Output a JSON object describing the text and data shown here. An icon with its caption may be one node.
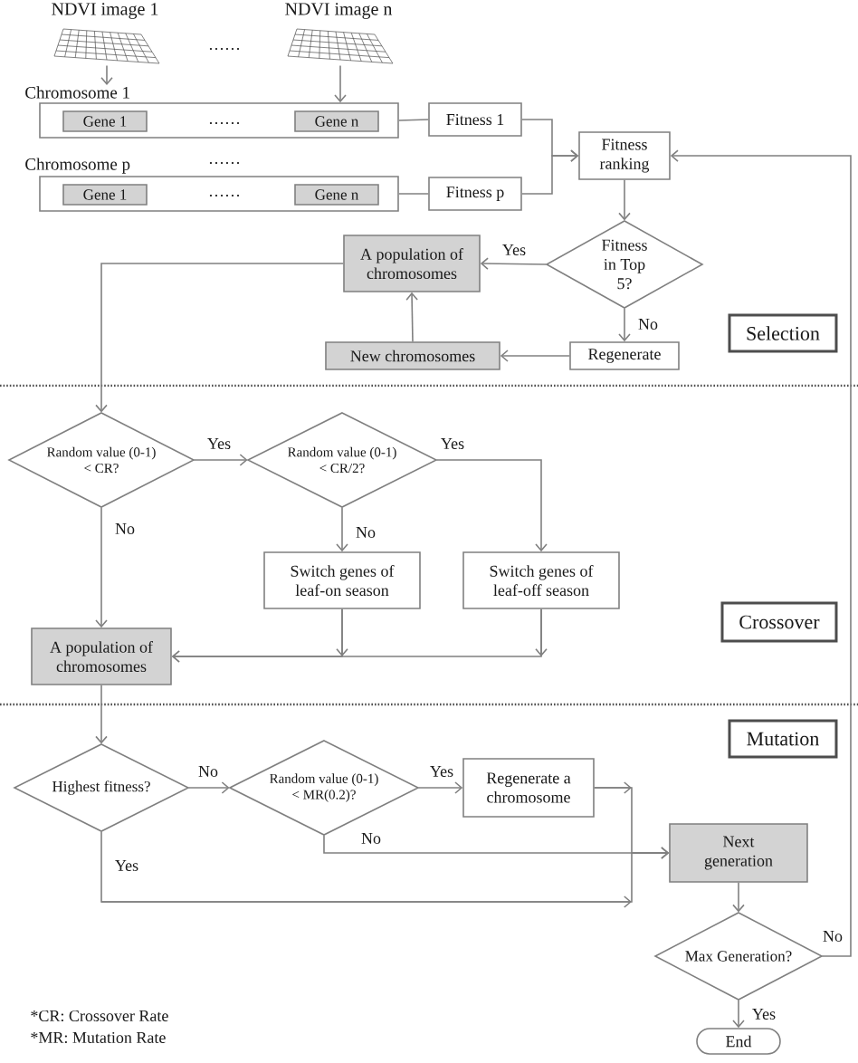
{
  "diagram": {
    "nodes": [
      {
        "text": [
          "NDVI image 1"
        ]
      },
      {
        "text": [
          "NDVI image n"
        ]
      },
      {
        "text": [
          "Chromosome 1"
        ]
      },
      {
        "text": [
          "Gene 1"
        ],
        "in": 2
      },
      {
        "text": [
          "Gene n"
        ],
        "in": 2
      },
      {
        "text": [
          "Chromosome p"
        ]
      },
      {
        "text": [
          "Gene 1"
        ],
        "in": 5
      },
      {
        "text": [
          "Gene n"
        ],
        "in": 5
      },
      {
        "text": [
          "Fitness 1"
        ]
      },
      {
        "text": [
          "Fitness p"
        ]
      },
      {
        "text": [
          "Fitness ranking"
        ]
      },
      {
        "text": [
          "Fitness in Top 5?"
        ]
      },
      {
        "text": [
          "A population of chromosomes"
        ]
      },
      {
        "text": [
          "Regenerate"
        ]
      },
      {
        "text": [
          "New chromosomes"
        ]
      },
      {
        "text": [
          "Selection"
        ]
      },
      {
        "text": [
          "Random value (0-1) < CR?"
        ]
      },
      {
        "text": [
          "Random value (0-1) < CR/2?"
        ]
      },
      {
        "text": [
          "Switch genes of leaf-on season"
        ]
      },
      {
        "text": [
          "Switch genes of leaf-off season"
        ]
      },
      {
        "text": [
          "Crossover"
        ]
      },
      {
        "text": [
          "A population of chromosomes"
        ]
      },
      {
        "text": [
          "Mutation"
        ]
      },
      {
        "text": [
          "Highest fitness?"
        ]
      },
      {
        "text": [
          "Random value (0-1) < MR(0.2)?"
        ]
      },
      {
        "text": [
          "Regenerate a chromosome"
        ]
      },
      {
        "text": [
          "Next generation"
        ]
      },
      {
        "text": [
          "Max Generation?"
        ]
      },
      {
        "text": [
          "End"
        ]
      }
    ],
    "edges": [
      {
        "from": 0,
        "to": 2,
        "arrow": "to"
      },
      {
        "from": 1,
        "to": 2,
        "arrow": "to"
      },
      {
        "from": 2,
        "to": 8,
        "arrow": "none"
      },
      {
        "from": 5,
        "to": 9,
        "arrow": "none"
      },
      {
        "from": 8,
        "to": 10,
        "arrow": "to"
      },
      {
        "from": 9,
        "to": 10,
        "arrow": "to"
      },
      {
        "from": 10,
        "to": 11,
        "arrow": "to"
      },
      {
        "from": 11,
        "to": 12,
        "arrow": "to",
        "label": "Yes"
      },
      {
        "from": 11,
        "to": 13,
        "arrow": "to",
        "label": "No"
      },
      {
        "from": 13,
        "to": 14,
        "arrow": "to"
      },
      {
        "from": 14,
        "to": 12,
        "arrow": "to"
      },
      {
        "from": 12,
        "to": 16,
        "arrow": "to"
      },
      {
        "from": 16,
        "to": 17,
        "arrow": "to",
        "label": "Yes"
      },
      {
        "from": 16,
        "to": 21,
        "arrow": "to",
        "label": "No"
      },
      {
        "from": 17,
        "to": 18,
        "arrow": "to",
        "label": "No"
      },
      {
        "from": 17,
        "to": 19,
        "arrow": "to",
        "label": "Yes"
      },
      {
        "from": 18,
        "to": 21,
        "arrow": "to"
      },
      {
        "from": 19,
        "to": 21,
        "arrow": "to"
      },
      {
        "from": 21,
        "to": 23,
        "arrow": "to"
      },
      {
        "from": 23,
        "to": 24,
        "arrow": "to",
        "label": "No"
      },
      {
        "from": 24,
        "to": 25,
        "arrow": "to",
        "label": "Yes"
      },
      {
        "from": 24,
        "to": 26,
        "arrow": "to",
        "label": "No"
      },
      {
        "from": 25,
        "to": 26,
        "arrow": "to"
      },
      {
        "from": 23,
        "to": 26,
        "arrow": "to",
        "label": "Yes"
      },
      {
        "from": 26,
        "to": 27,
        "arrow": "to"
      },
      {
        "from": 27,
        "to": 28,
        "arrow": "to",
        "label": "Yes"
      },
      {
        "from": 27,
        "to": 10,
        "arrow": "to",
        "label": "No"
      }
    ],
    "labels": [
      "……",
      "……",
      "……",
      "……",
      "*CR: Crossover Rate",
      "*MR: Mutation Rate"
    ]
  }
}
